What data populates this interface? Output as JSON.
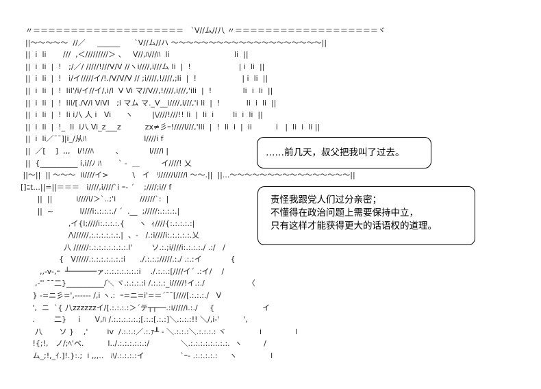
{
  "ascii_art_lines": [
    "  〃＝＝＝＝＝＝＝＝＝＝＝＝＝＝＝＝＝＝＝＝   `V//ム//八 〃＝＝＝＝＝＝＝＝＝＝＝＝＝＝＝＝＝＝＝ヾ",
    "  ||～～～～～  //／     ______      `V//ム//ハ ～～～～～～～～～～～～～～～～～～～～||",
    "  ||  i  li       ///  ,＜/////////＞ 、   V//,ﾊ///ﾊ  li                           li  ||",
    "  ||  i  li  |  !   ;/／/ /////!///V/V //ヽi////,i///ム li  |  !                    | i  li  ||",
    "  ||  i  li  |  !   i/イ/////イ/!./V/V/V // ;i////,!////,;li  |  !                   | i  li  ||",
    "  ||  i  li  |  !  lil'/i/イ//イ/,i/l  V Vi マ//V//,!////,i///,'ili  |  !             li  i  li  ||",
    "  ||  i  li  |  !  lil/[./V/i ViVl   ;i マム マ._V__i////,i///,'i li  |  !           li  i  li  ||",
    "  ||  i  li  |  !  li i八 人 i   Vi      ヽ        |\\////!///!! li  |  li  i        li  i  li  ||",
    "  ||  i  li  |  !_  li  i八 Vi_z___z          zx≠彡ｰ!////l///,'lli  |  !  li  i  |  ii          i   |  li  i  li ||",
    "  ||  i  li／¯¯]|i_/从ﾊ                        l////i f",
    "  ||  ／[    ]  ,,,   i/!//ﾊ         、           l////i |",
    "  ||  {__________ i,i//ﾉ ﾊ       ` ‐  ＿         イ////! 乂",
    " ||～||  || ～～～  ii////イ>          \\   イ   ﾘ/////i////i ～～.||  ||...～～～～～～～～～～～～～～～～||",
    "[]ﾆt...||=||＝＝＝   i////,i////`i ｰ‐ ´    ;////;i// f",
    "       ||  ||          i////i/＞`..;'i          //////`:  |",
    "       ||  ~           l////i:.:.:.:./ ´  .__  ;/////:.:.:.:.|",
    "                    ,イ{l;////i:.:.:.:.{      ヽ  ｨ////{:.:.:.:.:|",
    "                    /\\//////,:.:.:.:.:.:.|  、-   /.:i////i:.:.:.:.:.乂",
    "                  八 //////:.:.:.:.:.:.:.:.l'        ソ.:.;i////i:.:.:.:./ .:/   /",
    "                {   V/////.:.:.:.:.:.:.:i      ./.:.:.;/////.:./ .:.:イ            {",
    "        ,,-v-,ｰ  ┴──────ァ.:.:.:.:.:.:.:i    ./.:.:.:[////イ´ .:イ/    /",
    "      ,-'' ¯¯二}__________/＼ ヾ.:.:.:.:i /.:.:.:_i/////!イ.:./                  〈",
    "     } -=ニ彡=',------ /,i ヽ.:  ｰ=ニ=i'=＝´¯¯[////[.:.:.:./   V",
    "     ',  ニ  `{ 八zzzzzzイ/[.:.:.:.:＞´テ┬┬──.:i/////i.:./     {                    イ",
    "     .        二}     i      V,ﾊ /.:.:.:.:.:.;[.:.:[.:.:]＼.:.:.:!! ＼/,i-'          ',",
    "      八       ソ }    ,'        iv  /.:.:.:／.:.ｧ┸ ‐ ＼.:.:.:＼.:.:.:.: ヾ              i              l",
    "     !{;!,   ノ/;ﾍ'ベ.          l../.:.:.:.:.:.:/             ＼.:.:.:.:.:.:.:.:.  ヽ         /",
    "     ム_;!,_ｲ.]!.}:.;  i ,,,..   ﾊ/.:.:.:.:イ               `ｰ- .:.:.:.:.:     ヽ              l"
  ],
  "bubbles": [
    {
      "lines": [
        "……前几天，叔父把我叫了过去。"
      ]
    },
    {
      "lines": [
        "责怪我跟党人们过分亲密；",
        "不懂得在政治问题上需要保持中立，",
        "只有这样才能获得更大的话语权的道理。"
      ]
    }
  ]
}
